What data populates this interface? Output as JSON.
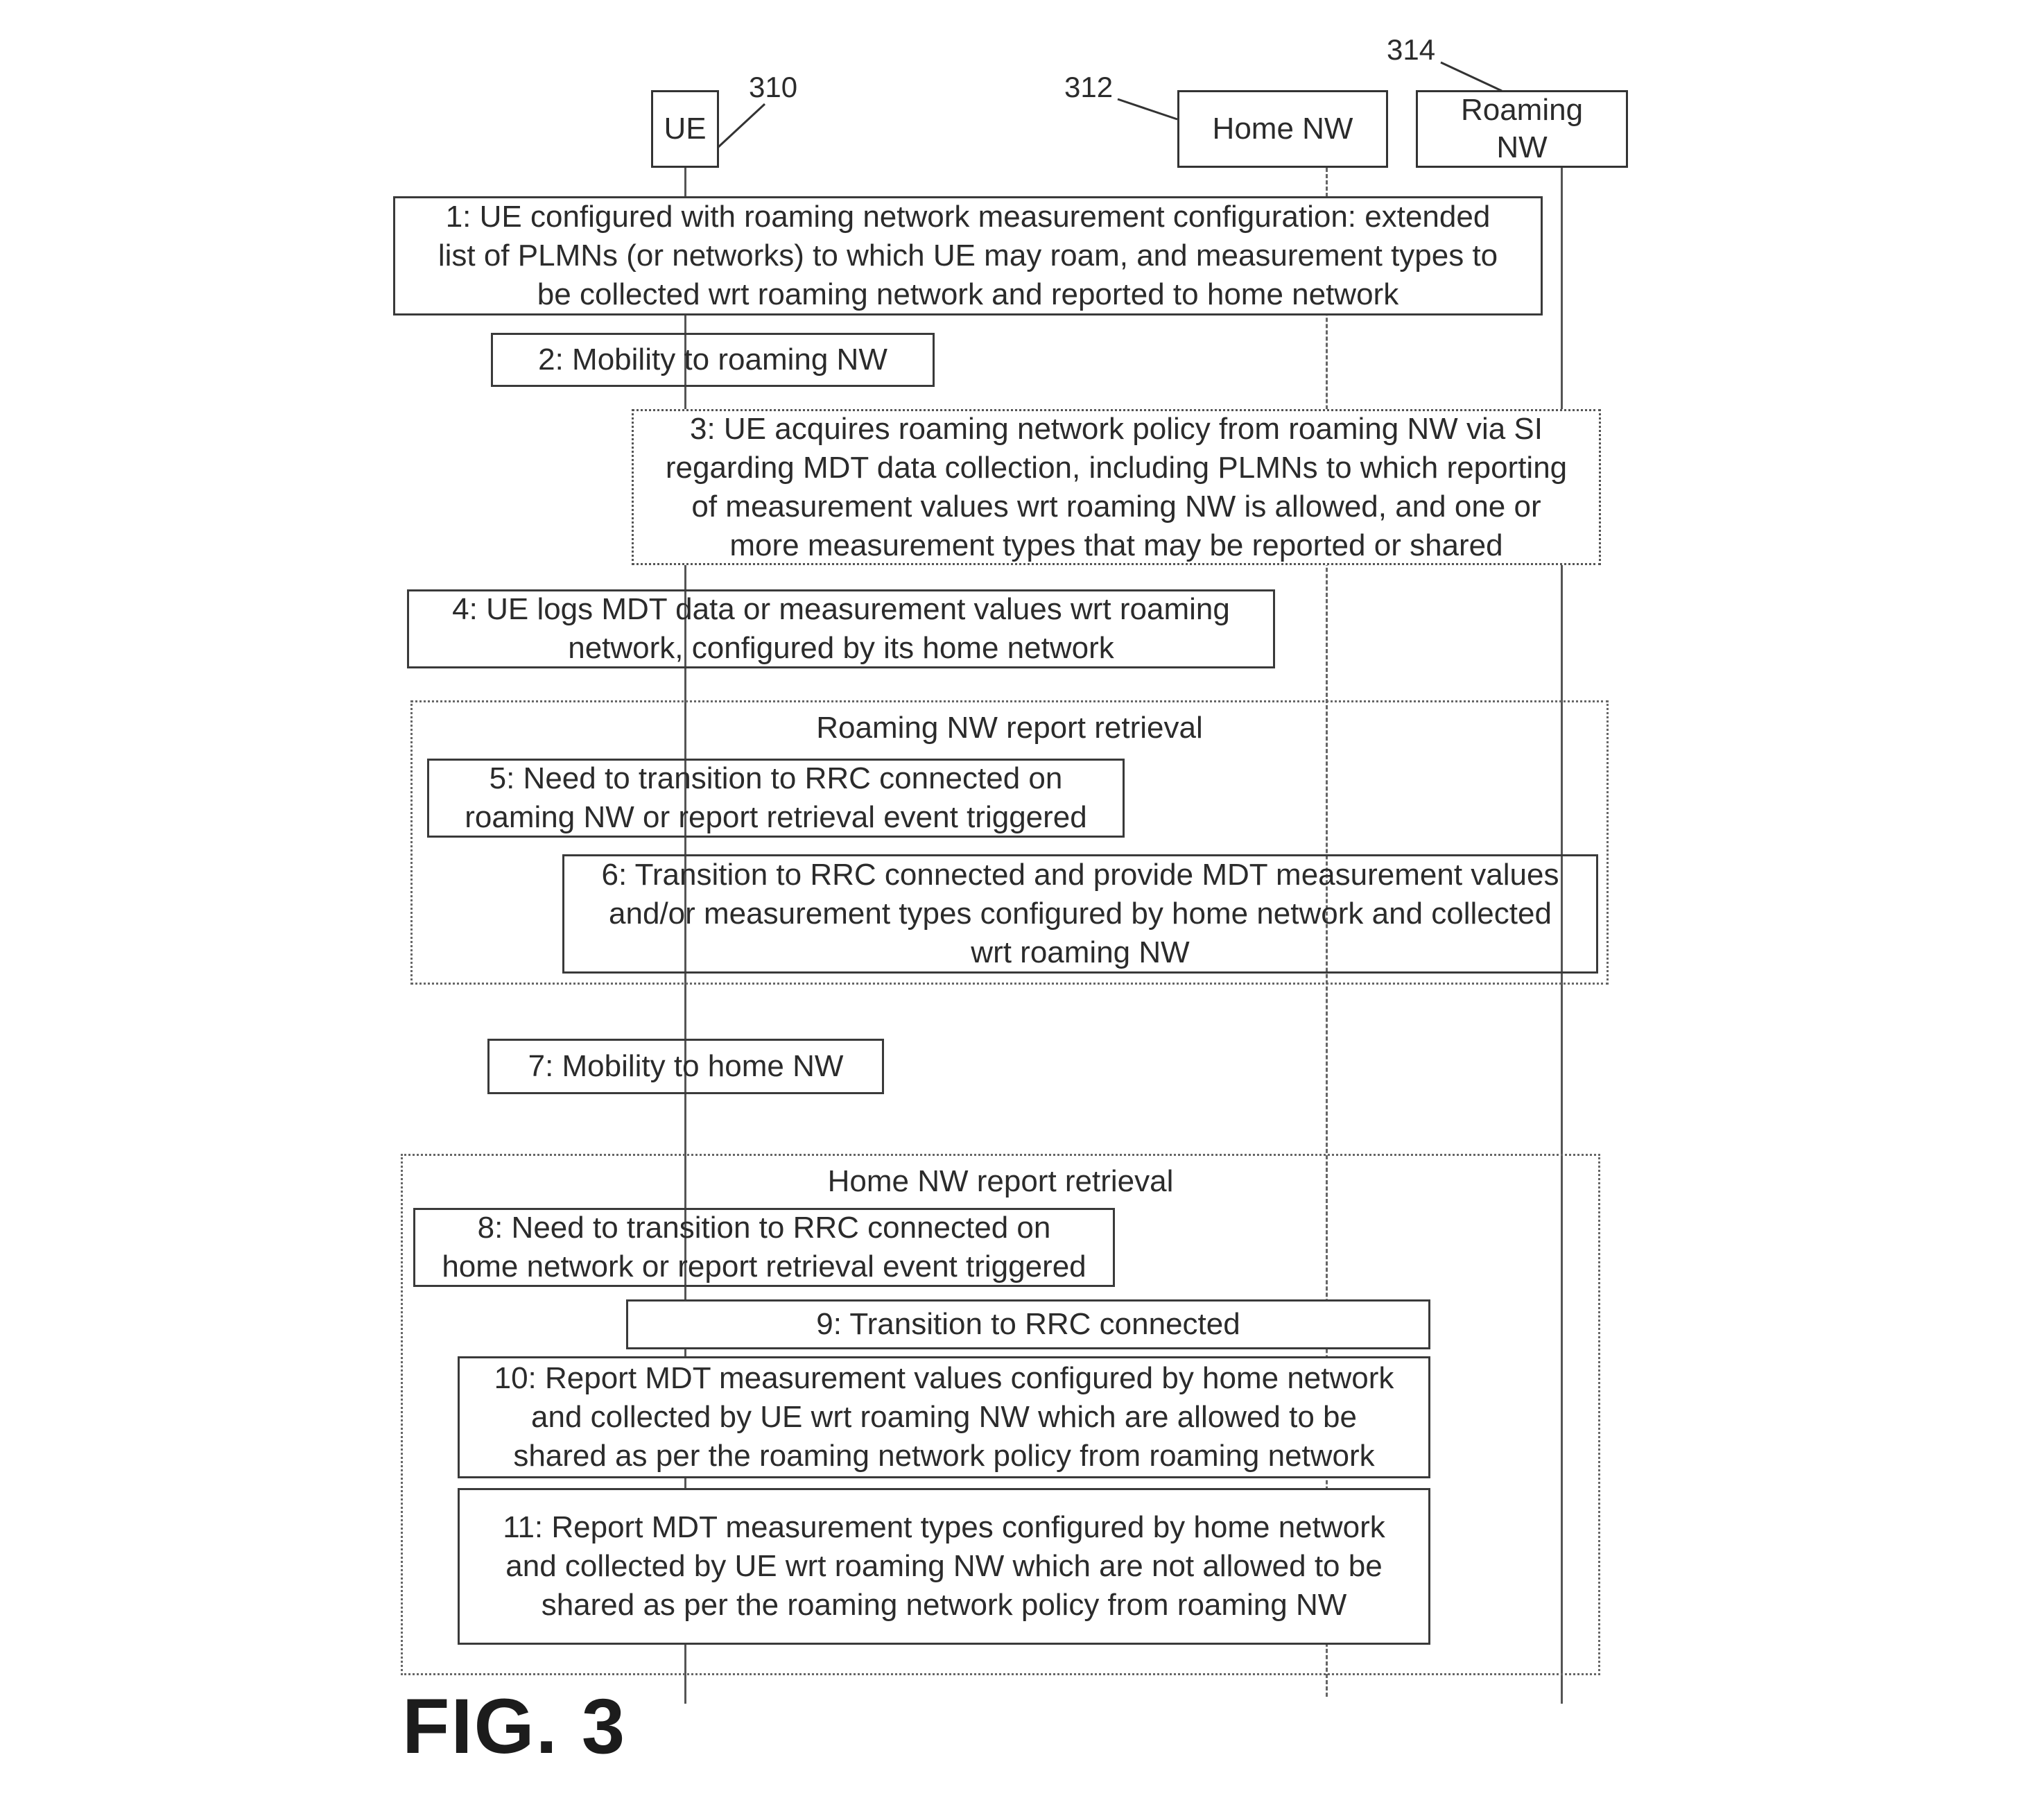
{
  "participants": {
    "ue": {
      "label": "UE",
      "ref": "310"
    },
    "home": {
      "label": "Home NW",
      "ref": "312"
    },
    "roaming": {
      "label": "Roaming\nNW",
      "ref": "314"
    }
  },
  "steps": {
    "s1": "1: UE configured with roaming network measurement configuration: extended\nlist of PLMNs (or networks) to which UE may roam, and measurement types to\nbe collected wrt roaming network and reported to home network",
    "s2": "2: Mobility to roaming NW",
    "s3": "3: UE acquires roaming network policy from roaming NW via SI\nregarding MDT data collection, including PLMNs to which reporting\nof measurement values wrt roaming NW is allowed, and one or\nmore measurement types that may be reported or shared",
    "s4": "4: UE logs MDT data or measurement values wrt roaming\nnetwork,  configured by its home network",
    "s5": "5: Need to transition to RRC connected on\nroaming NW or report retrieval event triggered",
    "s6": "6: Transition to RRC connected and provide MDT measurement values\nand/or measurement types configured by home network and collected\nwrt roaming NW",
    "s7": "7: Mobility to home NW",
    "s8": "8: Need to transition to RRC connected on\nhome network or report retrieval event triggered",
    "s9": "9: Transition to RRC connected",
    "s10": "10: Report MDT measurement values configured by home network\nand collected by UE wrt roaming NW which are allowed to be\nshared as per the roaming network policy from roaming network",
    "s11": "11: Report MDT measurement types configured by home network\nand collected by UE wrt roaming NW which are not allowed to be\nshared as per the roaming network policy from roaming NW"
  },
  "groups": {
    "roaming_retrieval": "Roaming NW report retrieval",
    "home_retrieval": "Home NW report retrieval"
  },
  "figure_label": "FIG. 3"
}
